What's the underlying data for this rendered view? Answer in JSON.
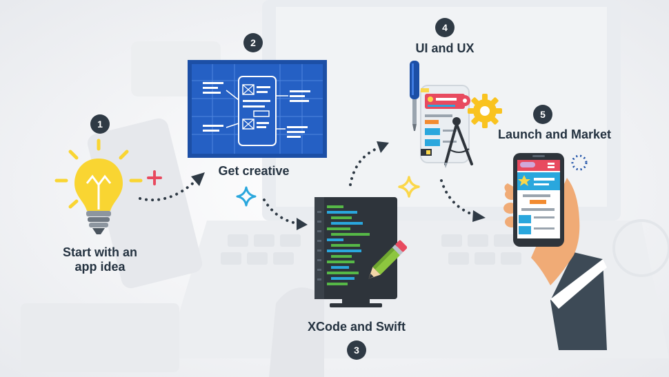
{
  "steps": [
    {
      "number": "1",
      "label_line1": "Start with an",
      "label_line2": "app idea"
    },
    {
      "number": "2",
      "label": "Get creative"
    },
    {
      "number": "3",
      "label": "XCode and Swift"
    },
    {
      "number": "4",
      "label": "UI and UX"
    },
    {
      "number": "5",
      "label": "Launch and Market"
    }
  ],
  "colors": {
    "badge": "#2f3a45",
    "text": "#243240",
    "bulb": "#f9d532",
    "blueprint": "#1c4fa6",
    "accent_red": "#e84a5f",
    "accent_blue": "#2aa7dd",
    "accent_yellow": "#fbd74a",
    "code_green": "#56b847",
    "skin": "#f0ab76"
  },
  "icons": [
    "lightbulb-icon",
    "blueprint-icon",
    "code-monitor-icon",
    "pencil-icon",
    "screwdriver-icon",
    "gear-icon",
    "compass-icon",
    "smartphone-icon",
    "hand-icon",
    "plus-icon",
    "sparkle-icon"
  ]
}
